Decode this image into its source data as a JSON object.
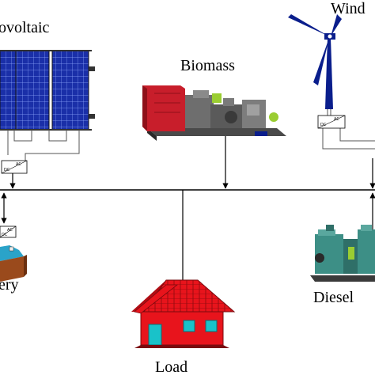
{
  "labels": {
    "photovoltaic": "ovoltaic",
    "biomass": "Biomass",
    "wind": "Wind",
    "battery": "ery",
    "diesel": "Diesel",
    "load": "Load"
  },
  "converters": {
    "pv": {
      "top": "AC",
      "bottom": "DC"
    },
    "wind": {
      "top": "AC",
      "bottom": "DC"
    },
    "battery": {
      "top": "AC",
      "bottom": "DC"
    }
  },
  "colors": {
    "bus": "#000000",
    "solar_panel": "#1a2fa8",
    "solar_cell_line": "#8fa8ff",
    "wind_turbine": "#0a1e8c",
    "generator_red": "#c81e2b",
    "generator_gray": "#6e6e6e",
    "generator_green": "#9acd32",
    "house_red": "#e8141c",
    "house_door": "#19c2c9",
    "battery_brown": "#9a4a1c",
    "battery_top": "#2aa3c9",
    "diesel_teal": "#3d8f86"
  }
}
